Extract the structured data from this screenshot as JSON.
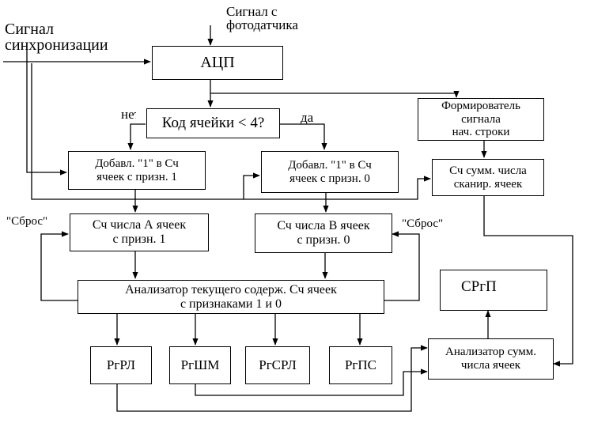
{
  "labels": {
    "sync_signal": "Сигнал\nсинхронизации",
    "photo_signal": "Сигнал с\nфотодатчика",
    "no": "нет",
    "yes": "да",
    "reset_left": "\"Сброс\"",
    "reset_right": "\"Сброс\""
  },
  "blocks": {
    "adc": "АЦП",
    "cell_code": "Код ячейки < 4?",
    "add_1_left": "Добавл. \"1\" в Сч\nячеек с призн. 1",
    "add_1_right": "Добавл. \"1\" в Сч\nячеек с призн. 0",
    "row_start_former": "Формирователь\nсигнала\nнач. строки",
    "total_counter": "Сч сумм. числа\nсканир. ячеек",
    "counter_a": "Сч числа А  ячеек\nс призн. 1",
    "counter_b": "Сч числа В  ячеек\nс призн. 0",
    "analyzer_current": "Анализатор текущего  содерж. Сч ячеек\nс признаками 1 и 0",
    "rgrl": "РгРЛ",
    "rgshm": "РгШМ",
    "rgsrl": "РгСРЛ",
    "rgps": "РгПС",
    "analyzer_total": "Анализатор сумм.\nчисла ячеек",
    "srgp": "СРгП"
  }
}
